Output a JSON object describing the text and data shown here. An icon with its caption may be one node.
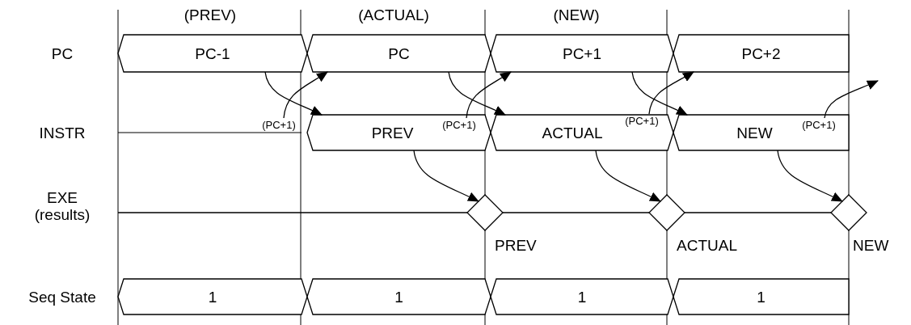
{
  "diagram": {
    "nodes": [
      {
        "text": [
          "PC-1"
        ]
      },
      {
        "text": [
          "PC"
        ]
      },
      {
        "text": [
          "PC+1"
        ]
      },
      {
        "text": [
          "PC+2"
        ]
      },
      {
        "text": [
          "(PC+1)"
        ]
      },
      {
        "text": [
          "PREV"
        ]
      },
      {
        "text": [
          "(PC+1)"
        ],
        "in": 5
      },
      {
        "text": [
          "ACTUAL"
        ]
      },
      {
        "text": [
          "(PC+1)"
        ],
        "in": 7
      },
      {
        "text": [
          "NEW"
        ]
      },
      {
        "text": [
          "(PC+1)"
        ],
        "in": 9
      },
      {
        "text": [],
        "shape": "diamond"
      },
      {
        "text": [],
        "shape": "diamond"
      },
      {
        "text": [],
        "shape": "diamond"
      },
      {
        "text": [
          "1"
        ]
      },
      {
        "text": [
          "1"
        ]
      },
      {
        "text": [
          "1"
        ]
      },
      {
        "text": [
          "1"
        ]
      }
    ],
    "edges": [
      {
        "from": 0,
        "to": 5,
        "arrow": "to"
      },
      {
        "from": 4,
        "to": 1,
        "arrow": "to"
      },
      {
        "from": 1,
        "to": 7,
        "arrow": "to"
      },
      {
        "from": 6,
        "to": 2,
        "arrow": "to"
      },
      {
        "from": 2,
        "to": 9,
        "arrow": "to"
      },
      {
        "from": 8,
        "to": 3,
        "arrow": "to"
      },
      {
        "from": 10,
        "to": null,
        "arrow": "to"
      },
      {
        "from": 5,
        "to": 11,
        "arrow": "to"
      },
      {
        "from": 7,
        "to": 12,
        "arrow": "to"
      },
      {
        "from": 9,
        "to": 13,
        "arrow": "to"
      },
      {
        "from": null,
        "to": 11,
        "arrow": "none"
      },
      {
        "from": 11,
        "to": 12,
        "arrow": "none"
      },
      {
        "from": 12,
        "to": 13,
        "arrow": "none"
      }
    ],
    "labels": [
      "(PREV)",
      "(ACTUAL)",
      "(NEW)",
      "PC",
      "INSTR",
      "EXE (results)",
      "PREV",
      "ACTUAL",
      "NEW",
      "Seq State"
    ]
  }
}
